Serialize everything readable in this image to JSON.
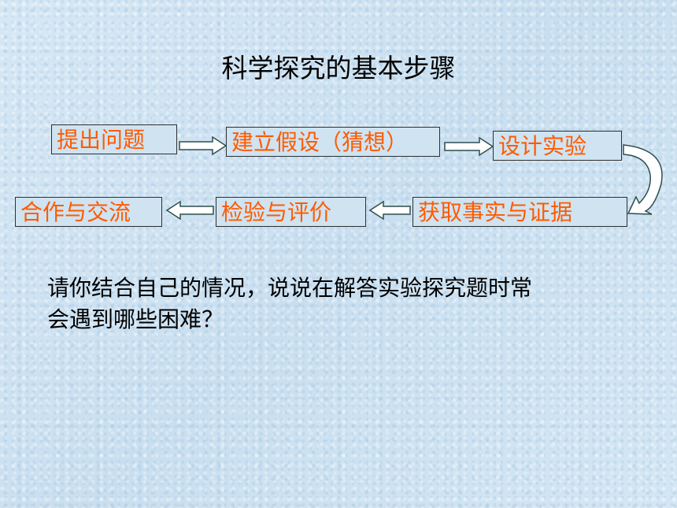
{
  "title": "科学探究的基本步骤",
  "steps": {
    "s1": "提出问题",
    "s2": "建立假设（猜想）",
    "s3": "设计实验",
    "s4": "获取事实与证据",
    "s5": "检验与评价",
    "s6": "合作与交流"
  },
  "question": {
    "line1": "请你结合自己的情况，说说在解答实验探究题时常",
    "line2": "会遇到哪些困难？"
  },
  "colors": {
    "step_text": "#ff5a00",
    "arrow_fill": "#ffffff",
    "arrow_stroke": "#2f4f4f",
    "background": "#cfe3f1"
  }
}
